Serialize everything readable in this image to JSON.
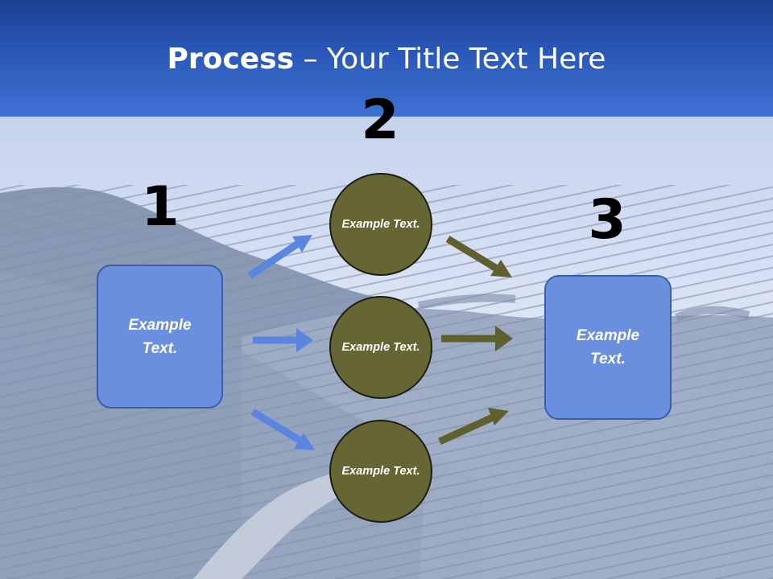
{
  "title": {
    "bold": "Process",
    "rest": " – Your Title Text Here"
  },
  "steps": [
    {
      "number": "1",
      "box_text": "Example Text."
    },
    {
      "number": "2",
      "circles": [
        "Example Text.",
        "Example Text.",
        "Example Text."
      ]
    },
    {
      "number": "3",
      "box_text": "Example Text."
    }
  ],
  "colors": {
    "header": "#2a58b8",
    "box_fill": "#6a8fdf",
    "circle_fill": "#666534",
    "blue_arrow": "#5b86e0",
    "olive_arrow": "#60602e"
  }
}
